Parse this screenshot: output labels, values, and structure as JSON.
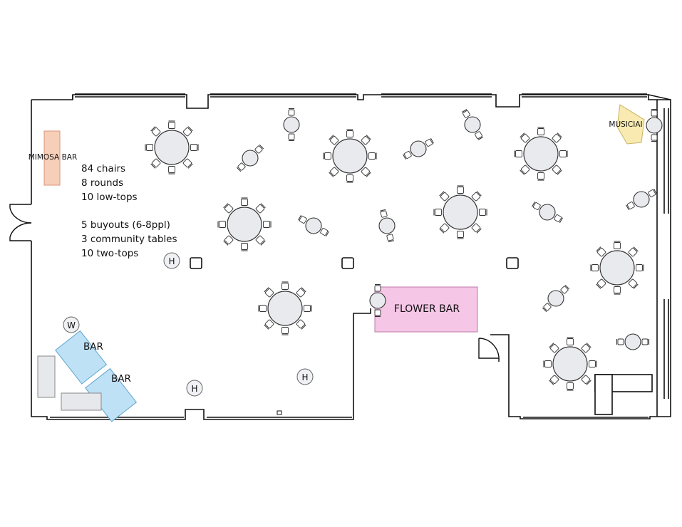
{
  "labels": {
    "mimosa_bar": "MIMOSA BAR",
    "flower_bar": "FLOWER BAR",
    "bar_1": "BAR",
    "bar_2": "BAR",
    "musician": "MUSICIAI",
    "heater": "H",
    "water": "W"
  },
  "summary": {
    "chairs": "84 chairs",
    "rounds": "8 rounds",
    "low_tops": "10 low-tops",
    "buyouts": "5 buyouts (6-8ppl)",
    "community": "3 community tables",
    "two_tops": "10 two-tops"
  },
  "colors": {
    "wall": "#111111",
    "table_fill": "#e8eaee",
    "chair_fill": "#ffffff",
    "mimosa_bar": "#f7cfb8",
    "flower_bar": "#f5c6e6",
    "bar": "#bfe1f5",
    "musician": "#f8eab0",
    "fixture": "#e6e8ec"
  }
}
